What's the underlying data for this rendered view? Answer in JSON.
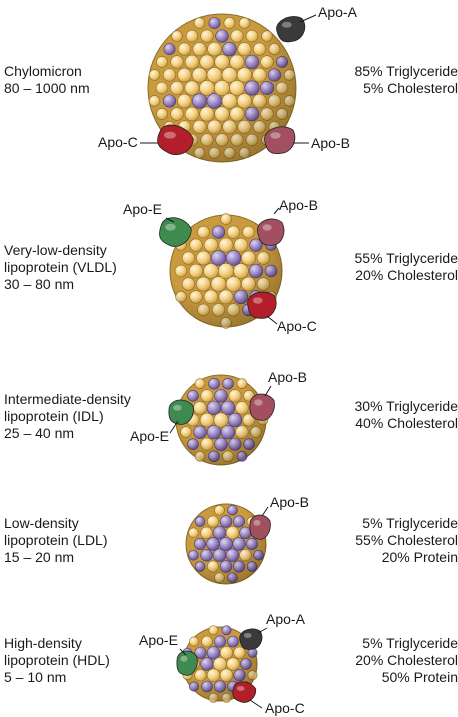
{
  "colors": {
    "phospholipid": "#f3cf80",
    "phospholipid_edge": "#8a6d2b",
    "cholesterol": "#9a86c2",
    "cholesterol_edge": "#4a3b70",
    "apo_a": "#3a3a3a",
    "apo_b": "#a25060",
    "apo_c": "#b21f2a",
    "apo_e": "#3f8a4f",
    "line": "#1a1a1a"
  },
  "lipoproteins": [
    {
      "id": "chylomicron",
      "name_lines": [
        "Chylomicron",
        "80 – 1000 nm"
      ],
      "composition_lines": [
        "85% Triglyceride",
        "5% Cholesterol"
      ],
      "purple_fraction": 0.22,
      "apos": [
        {
          "label": "Apo-A",
          "type": "apo_a",
          "position": "top-right"
        },
        {
          "label": "Apo-C",
          "type": "apo_c",
          "position": "bottom-left"
        },
        {
          "label": "Apo-B",
          "type": "apo_b",
          "position": "bottom-right"
        }
      ]
    },
    {
      "id": "vldl",
      "name_lines": [
        "Very-low-density",
        "lipoprotein (VLDL)",
        "30 – 80 nm"
      ],
      "composition_lines": [
        "55% Triglyceride",
        "20% Cholesterol"
      ],
      "purple_fraction": 0.3,
      "apos": [
        {
          "label": "Apo-E",
          "type": "apo_e",
          "position": "top-left"
        },
        {
          "label": "Apo-B",
          "type": "apo_b",
          "position": "top-right"
        },
        {
          "label": "Apo-C",
          "type": "apo_c",
          "position": "bottom-right"
        }
      ]
    },
    {
      "id": "idl",
      "name_lines": [
        "Intermediate-density",
        "lipoprotein (IDL)",
        "25 – 40 nm"
      ],
      "composition_lines": [
        "30% Triglyceride",
        "40% Cholesterol"
      ],
      "purple_fraction": 0.42,
      "apos": [
        {
          "label": "Apo-B",
          "type": "apo_b",
          "position": "top-right"
        },
        {
          "label": "Apo-E",
          "type": "apo_e",
          "position": "left"
        }
      ]
    },
    {
      "id": "ldl",
      "name_lines": [
        "Low-density",
        "lipoprotein (LDL)",
        "15 – 20 nm"
      ],
      "composition_lines": [
        "5% Triglyceride",
        "55% Cholesterol",
        "20% Protein"
      ],
      "purple_fraction": 0.7,
      "apos": [
        {
          "label": "Apo-B",
          "type": "apo_b",
          "position": "top-right"
        }
      ]
    },
    {
      "id": "hdl",
      "name_lines": [
        "High-density",
        "lipoprotein (HDL)",
        "5 – 10 nm"
      ],
      "composition_lines": [
        "5% Triglyceride",
        "20% Cholesterol",
        "50% Protein"
      ],
      "purple_fraction": 0.55,
      "apos": [
        {
          "label": "Apo-A",
          "type": "apo_a",
          "position": "top-right"
        },
        {
          "label": "Apo-E",
          "type": "apo_e",
          "position": "left"
        },
        {
          "label": "Apo-C",
          "type": "apo_c",
          "position": "bottom-right"
        }
      ]
    }
  ]
}
